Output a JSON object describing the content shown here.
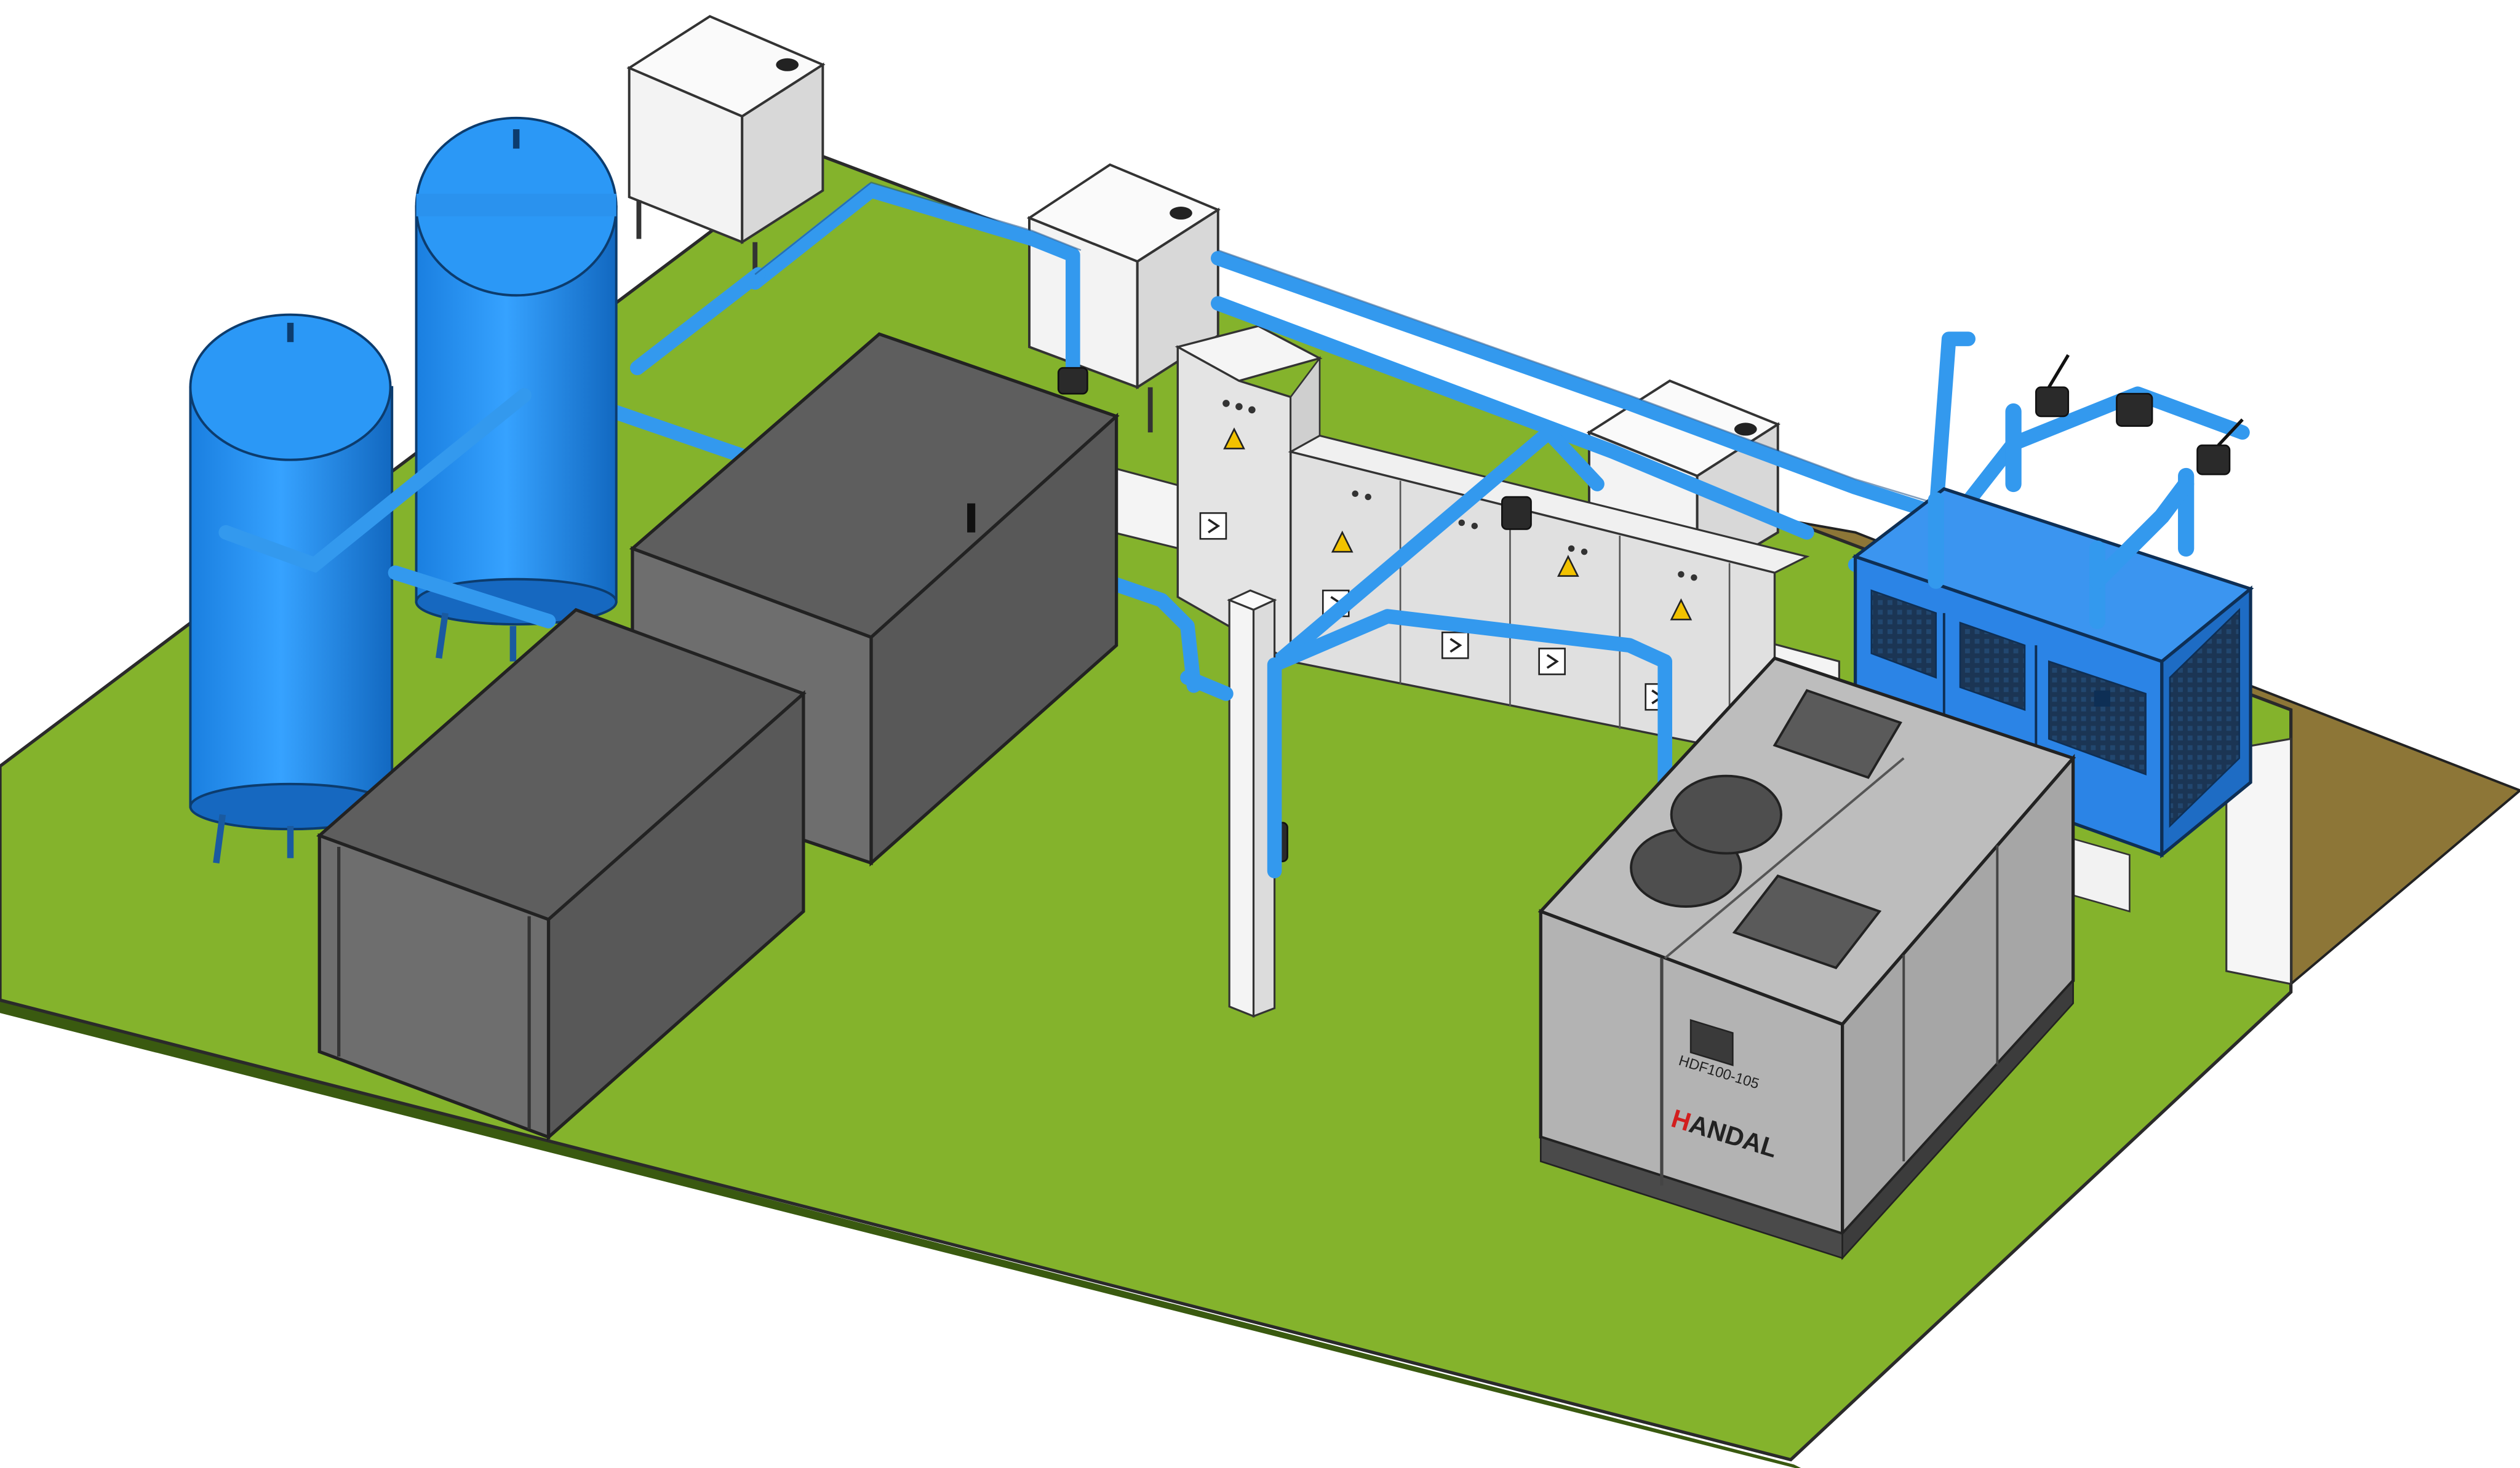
{
  "scene": {
    "compressor_model": "HDF100-105",
    "brand_initial": "H",
    "brand_rest": "ANDAL"
  },
  "colors": {
    "floor": "#84b32c",
    "floor_edge": "#3a5a10",
    "ground": "#8d7637",
    "pipe": "#3399ee",
    "tank": "#1f8ff2",
    "tank_dark": "#1677cf",
    "enclosure_front": "#6b6b6b",
    "enclosure_side": "#565656",
    "enclosure_top": "#5e5e5e",
    "cabinet": "#e2e2e2",
    "control_box": "#f2f2f2",
    "compressor": "#b6b6b6",
    "compressor_base": "#4a4a4a",
    "dryer": "#2b84e6",
    "warning": "#f2c200",
    "brand_red": "#d21e1e"
  },
  "icons": [
    "control-box-gauge-icon",
    "warning-icon",
    "switch-symbol-icon",
    "fan-icon",
    "valve-icon"
  ]
}
